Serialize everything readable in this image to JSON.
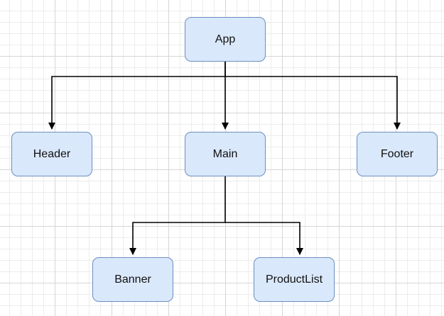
{
  "diagram": {
    "nodes": [
      {
        "id": "app",
        "label": "App"
      },
      {
        "id": "header",
        "label": "Header"
      },
      {
        "id": "main",
        "label": "Main"
      },
      {
        "id": "footer",
        "label": "Footer"
      },
      {
        "id": "banner",
        "label": "Banner"
      },
      {
        "id": "productlist",
        "label": "ProductList"
      }
    ],
    "edges": [
      {
        "from": "app",
        "to": "header"
      },
      {
        "from": "app",
        "to": "main"
      },
      {
        "from": "app",
        "to": "footer"
      },
      {
        "from": "main",
        "to": "banner"
      },
      {
        "from": "main",
        "to": "productlist"
      }
    ],
    "colors": {
      "node_fill": "#dae8fc",
      "node_border": "#6c8ebf",
      "edge": "#000000",
      "grid": "#d6d6d6"
    }
  }
}
